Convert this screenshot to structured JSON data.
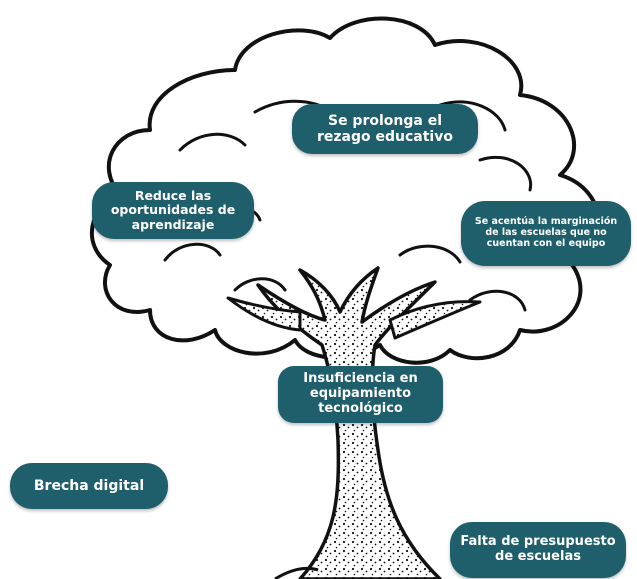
{
  "diagram": {
    "effects": [
      "Se prolonga el rezago educativo",
      "Reduce las oportunidades de aprendizaje",
      "Se acentúa la marginación de las escuelas que no cuentan con el equipo"
    ],
    "problem": "Insuficiencia en equipamiento tecnológico",
    "root_cause": "Falta de presupuesto de escuelas",
    "topic": "Brecha digital"
  },
  "colors": {
    "pill_fill": "#1f5f6b",
    "pill_text": "#ffffff",
    "outline": "#111111",
    "background": "#ffffff"
  }
}
